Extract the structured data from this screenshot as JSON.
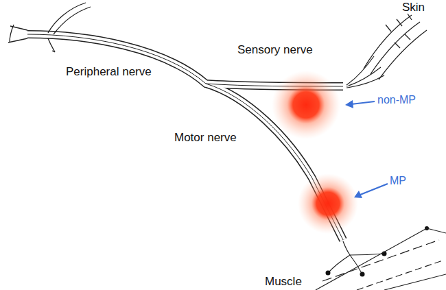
{
  "diagram": {
    "labels": [
      "Skin",
      "Sensory nerve",
      "non-MP",
      "Peripheral nerve",
      "Motor nerve",
      "MP",
      "Muscle"
    ]
  }
}
